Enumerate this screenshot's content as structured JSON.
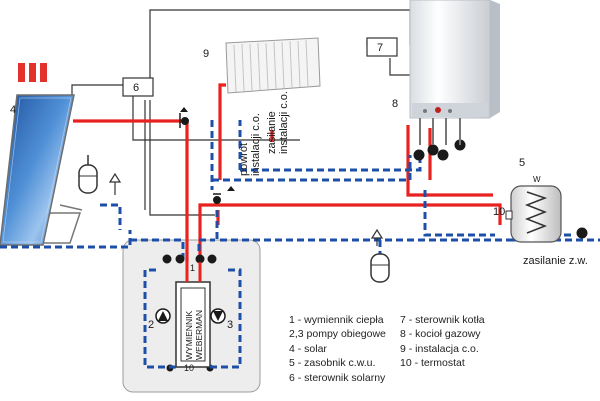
{
  "brand_mark": "III",
  "labels": {
    "n1": "1",
    "n2": "2",
    "n3": "3",
    "n4": "4",
    "n5": "5",
    "n6": "6",
    "n7": "7",
    "n8": "8",
    "n9": "9",
    "n10": "10",
    "n10_bottom": "10",
    "tank_w": "W",
    "exchanger_line1": "WYMIENNIK",
    "exchanger_line2": "WEBERMAN",
    "powrot_1": "powrót",
    "powrot_2": "instalacji c.o.",
    "zasilanie_1": "zasilanie",
    "zasilanie_2": "instalacji c.o.",
    "zasilanie_zw": "zasilanie z.w."
  },
  "legend": {
    "left": [
      "1 - wymiennik ciepła",
      "2,3 pompy obiegowe",
      "4 - solar",
      "5 - zasobnik c.w.u.",
      "6 - sterownik solarny"
    ],
    "right": [
      "7 - sterownik kotła",
      "8 - kocioł gazowy",
      "9 - instalacja c.o.",
      "10 - termostat"
    ]
  },
  "colors": {
    "hot_pipe": "#e8231f",
    "cold_pipe": "#1e4fa8",
    "wire": "#333333",
    "module_bg": "#ededed",
    "brand": "#e3312b"
  }
}
